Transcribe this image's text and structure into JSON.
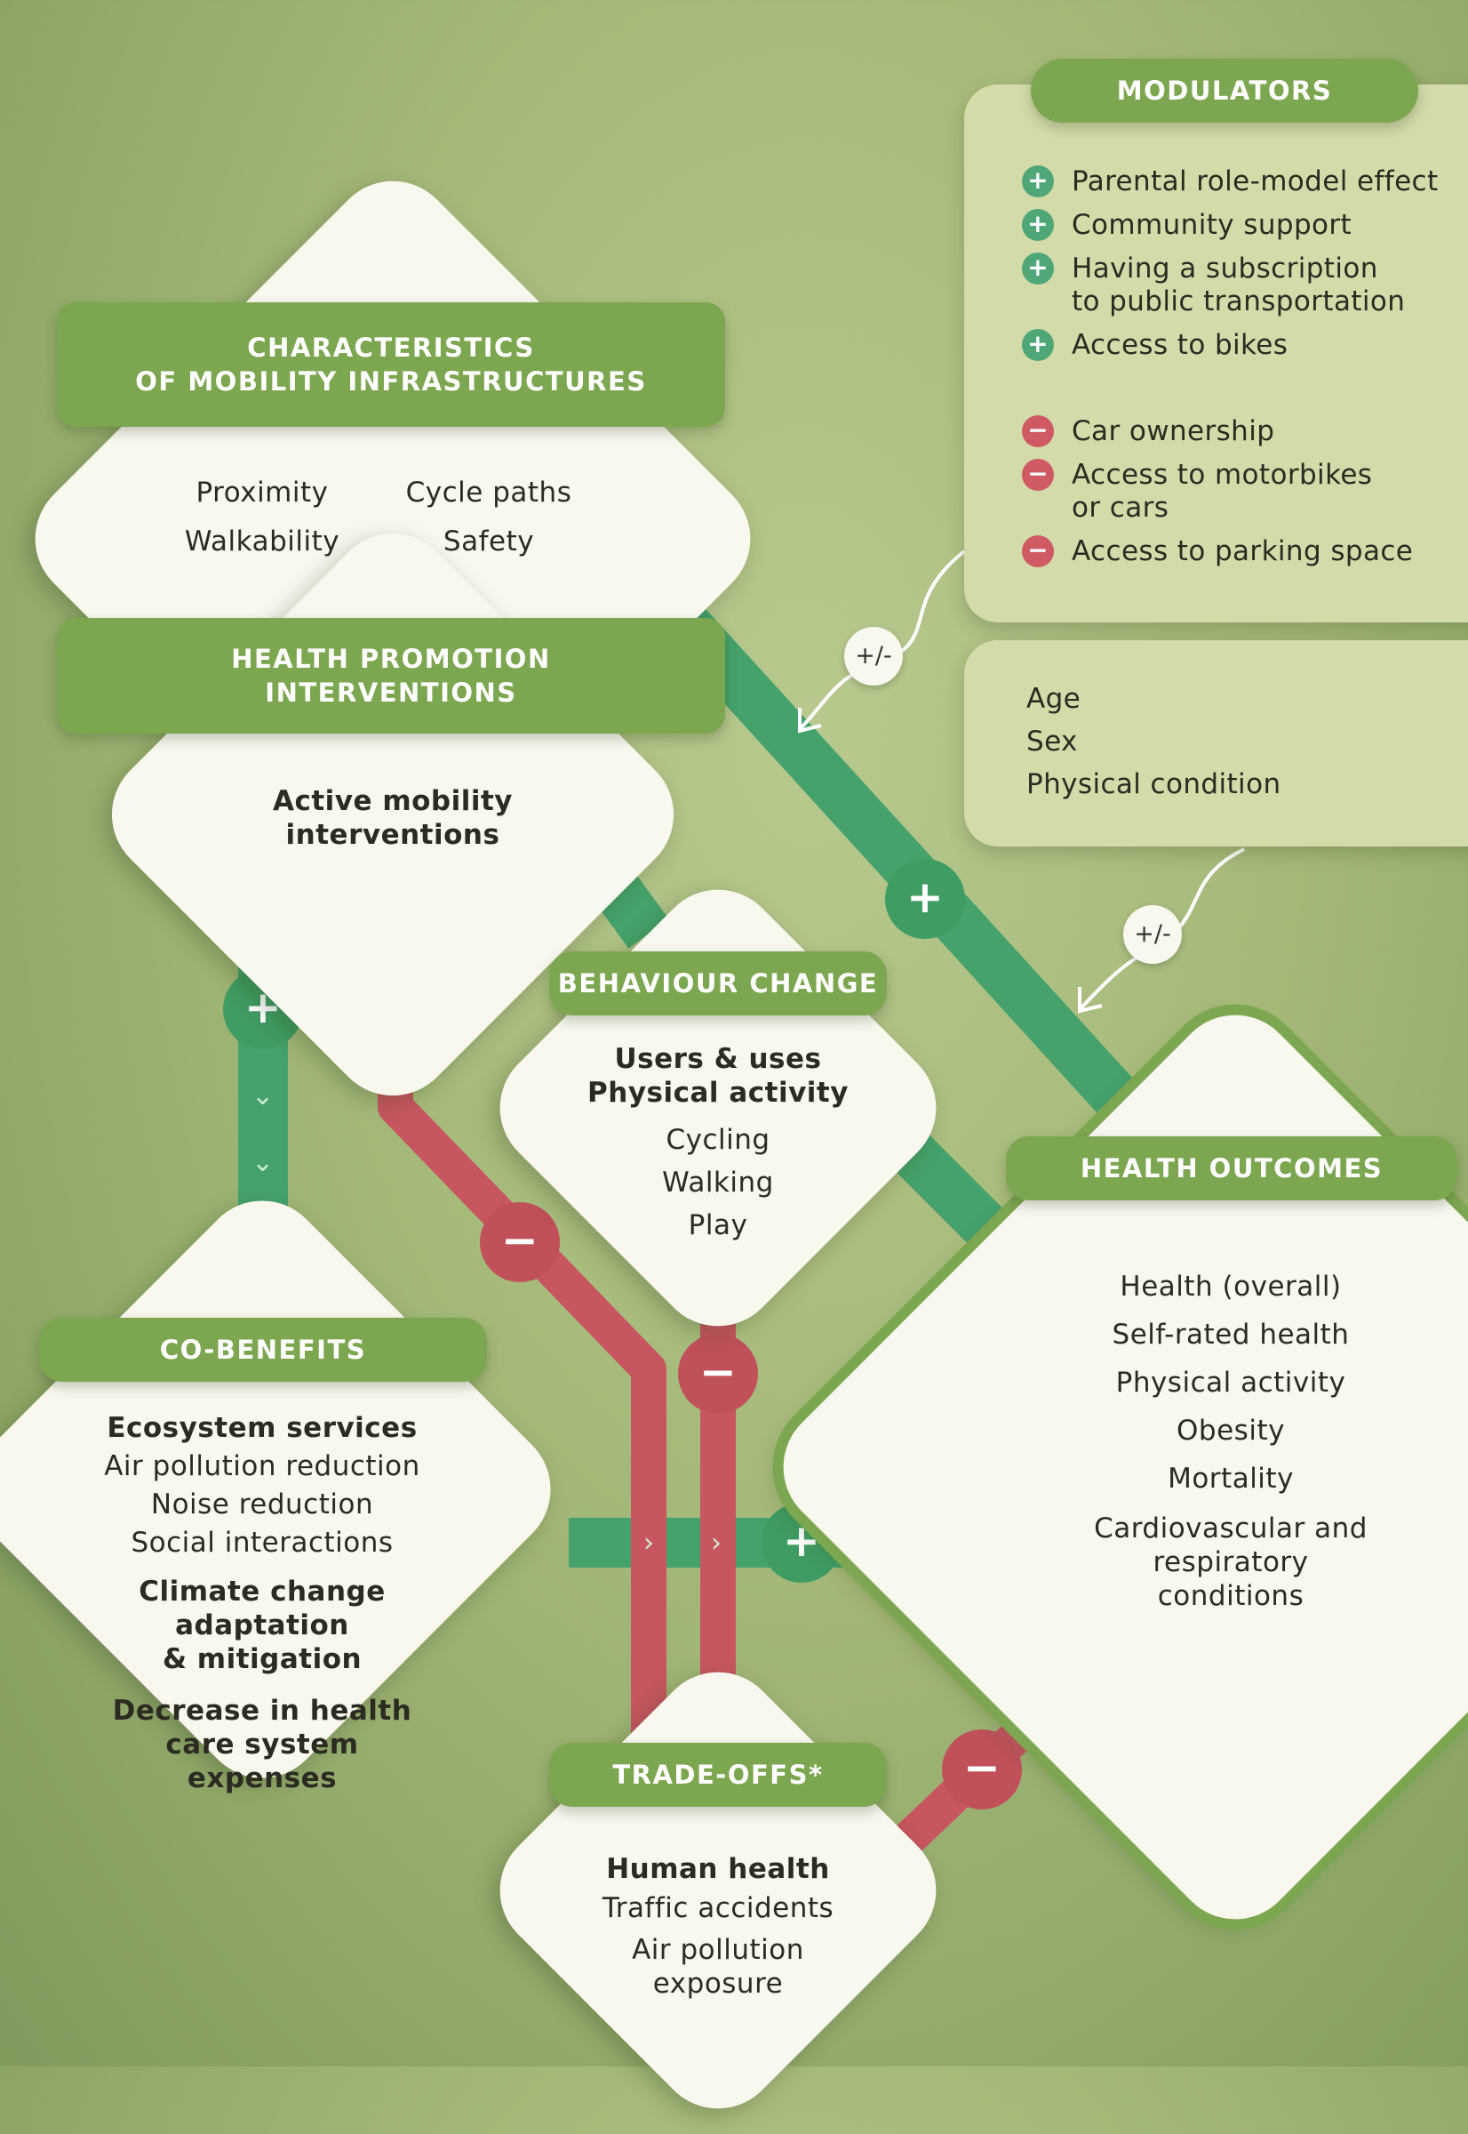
{
  "colors": {
    "background": "#a3b878",
    "label_green": "#7da650",
    "box_cream": "#f8f8ef",
    "positive_link": "#45a26c",
    "negative_link": "#c75660",
    "modulator_panel": "#d3dba9"
  },
  "characteristics": {
    "title_line1": "CHARACTERISTICS",
    "title_line2": "OF MOBILITY INFRASTRUCTURES",
    "items": [
      "Proximity",
      "Cycle paths",
      "Walkability",
      "Safety"
    ]
  },
  "health_promotion": {
    "title_line1": "HEALTH PROMOTION",
    "title_line2": "INTERVENTIONS",
    "text_line1": "Active mobility",
    "text_line2": "interventions"
  },
  "behaviour_change": {
    "title": "BEHAVIOUR CHANGE",
    "heading_line1": "Users & uses",
    "heading_line2": "Physical activity",
    "items": [
      "Cycling",
      "Walking",
      "Play"
    ]
  },
  "co_benefits": {
    "title": "CO-BENEFITS",
    "heading1": "Ecosystem services",
    "items": [
      "Air pollution reduction",
      "Noise reduction",
      "Social interactions"
    ],
    "heading2_line1": "Climate change adaptation",
    "heading2_line2": "& mitigation",
    "heading3_line1": "Decrease in health",
    "heading3_line2": "care system",
    "heading3_line3": "expenses"
  },
  "health_outcomes": {
    "title": "HEALTH OUTCOMES",
    "items": [
      "Health (overall)",
      "Self-rated health",
      "Physical activity",
      "Obesity",
      "Mortality"
    ],
    "last_line1": "Cardiovascular and",
    "last_line2": "respiratory",
    "last_line3": "conditions"
  },
  "trade_offs": {
    "title": "TRADE-OFFS*",
    "heading": "Human health",
    "item1": "Traffic accidents",
    "item2_line1": "Air pollution",
    "item2_line2": "exposure"
  },
  "modulators": {
    "title": "MODULATORS",
    "positive": [
      {
        "line1": "Parental role-model effect",
        "line2": ""
      },
      {
        "line1": "Community support",
        "line2": ""
      },
      {
        "line1": "Having a subscription",
        "line2": "to public transportation"
      },
      {
        "line1": "Access to bikes",
        "line2": ""
      }
    ],
    "negative": [
      {
        "line1": "Car ownership",
        "line2": ""
      },
      {
        "line1": "Access to motorbikes",
        "line2": "or cars"
      },
      {
        "line1": "Access to parking space",
        "line2": ""
      }
    ],
    "plus_symbol": "+",
    "minus_symbol": "−"
  },
  "demographics": {
    "items": [
      "Age",
      "Sex",
      "Physical condition"
    ]
  },
  "links": {
    "plus_minus": "+/-",
    "plus": "+",
    "minus": "−"
  }
}
